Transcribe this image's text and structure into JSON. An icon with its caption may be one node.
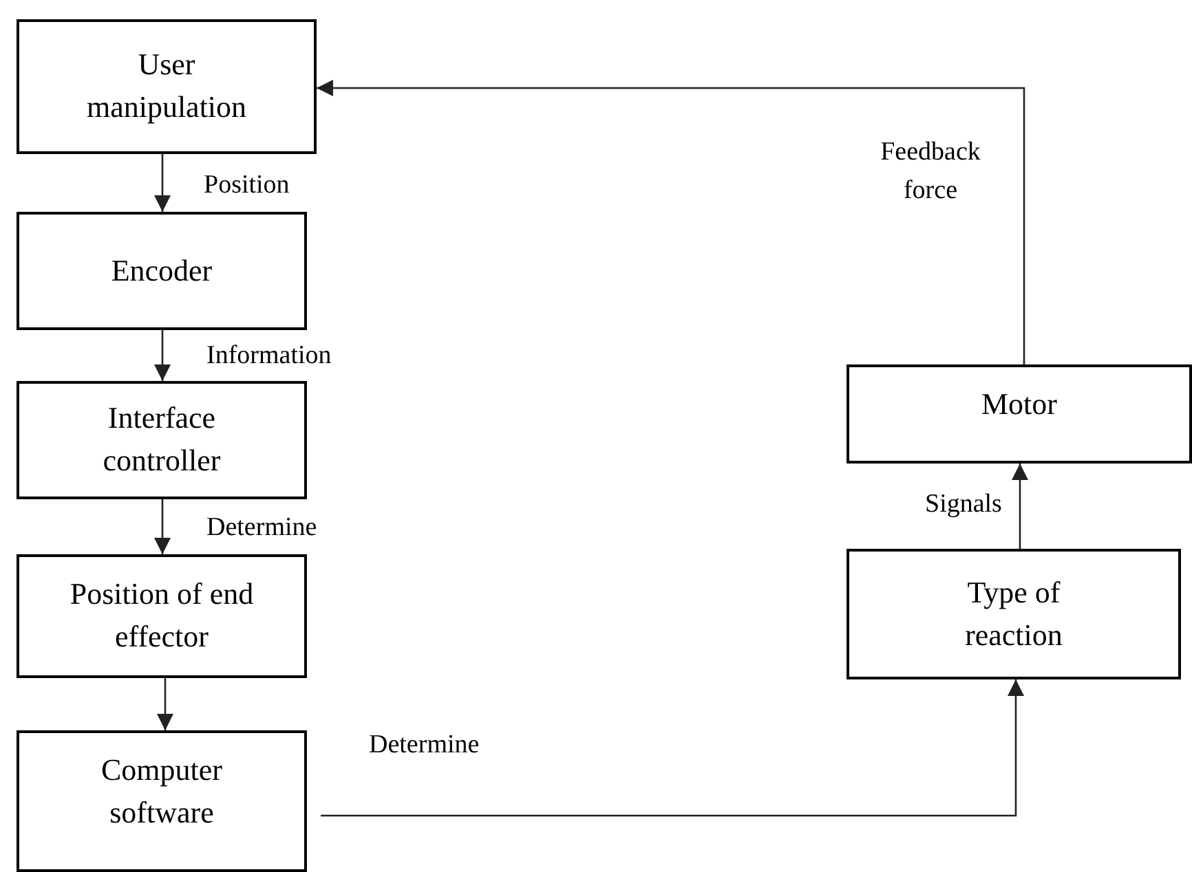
{
  "diagram": {
    "nodes": [
      {
        "text": [
          "User manipulation"
        ]
      },
      {
        "text": [
          "Encoder"
        ]
      },
      {
        "text": [
          "Interface controller"
        ]
      },
      {
        "text": [
          "Position of end effector"
        ]
      },
      {
        "text": [
          "Computer software"
        ]
      },
      {
        "text": [
          "Motor"
        ]
      },
      {
        "text": [
          "Type of reaction"
        ]
      }
    ],
    "edges": [
      {
        "from": 0,
        "to": 1,
        "arrow": "to",
        "label": "Position"
      },
      {
        "from": 1,
        "to": 2,
        "arrow": "to",
        "label": "Information"
      },
      {
        "from": 2,
        "to": 3,
        "arrow": "to",
        "label": "Determine"
      },
      {
        "from": 3,
        "to": 4,
        "arrow": "to"
      },
      {
        "from": 4,
        "to": 6,
        "arrow": "to",
        "label": "Determine"
      },
      {
        "from": 6,
        "to": 5,
        "arrow": "to",
        "label": "Signals"
      },
      {
        "from": 5,
        "to": 0,
        "arrow": "to",
        "label": "Feedback force"
      }
    ]
  }
}
